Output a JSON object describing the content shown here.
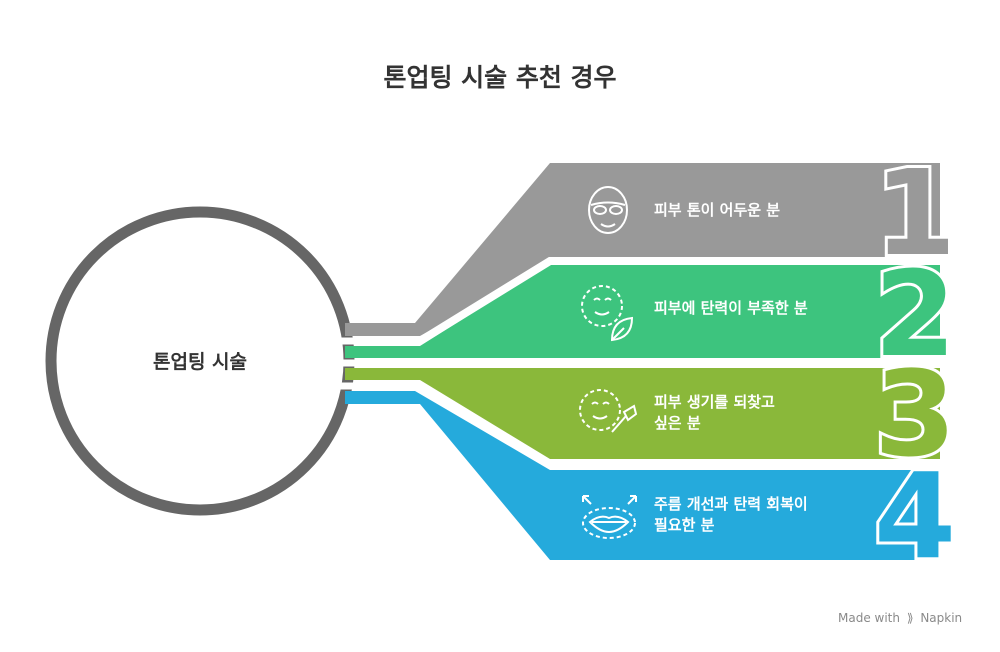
{
  "title": "톤업팅 시술 추천 경우",
  "center": {
    "label": "톤업팅 시술"
  },
  "items": [
    {
      "number": "1",
      "label": "피부 톤이 어두운 분",
      "color": "#999999",
      "icon": "face-mask-icon"
    },
    {
      "number": "2",
      "label": "피부에 탄력이 부족한 분",
      "color": "#3dc47e",
      "icon": "face-leaf-icon"
    },
    {
      "number": "3",
      "label": "피부 생기를 되찾고\n싶은 분",
      "color": "#8ab83a",
      "icon": "face-brush-icon"
    },
    {
      "number": "4",
      "label": "주름 개선과 탄력 회복이\n필요한 분",
      "color": "#25aadc",
      "icon": "lips-expand-icon"
    }
  ],
  "colors": {
    "circle": "#666666",
    "title": "#333333"
  },
  "watermark": {
    "prefix": "Made with",
    "brand": "Napkin"
  }
}
